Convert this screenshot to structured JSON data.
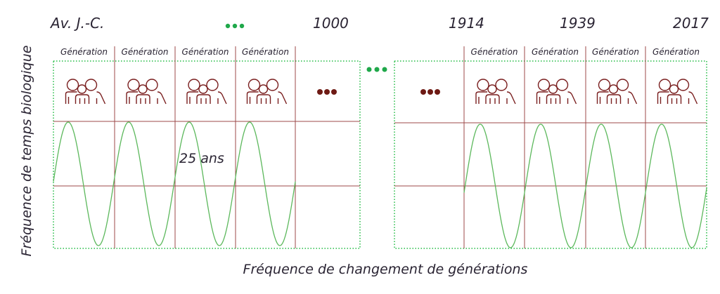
{
  "timeline": {
    "labels": [
      "Av. J.-C.",
      "1000",
      "1914",
      "1939",
      "2017"
    ]
  },
  "generation_label": "Génération",
  "period_label": "25 ans",
  "y_axis_label": "Fréquence de temps biologique",
  "x_axis_label": "Fréquence de changement de générations",
  "colors": {
    "grid": "#8b2a2a",
    "wave": "#5cb85c",
    "dots_green": "#1fa84a",
    "dots_brown": "#6e1a14",
    "box": "#22bb44"
  }
}
